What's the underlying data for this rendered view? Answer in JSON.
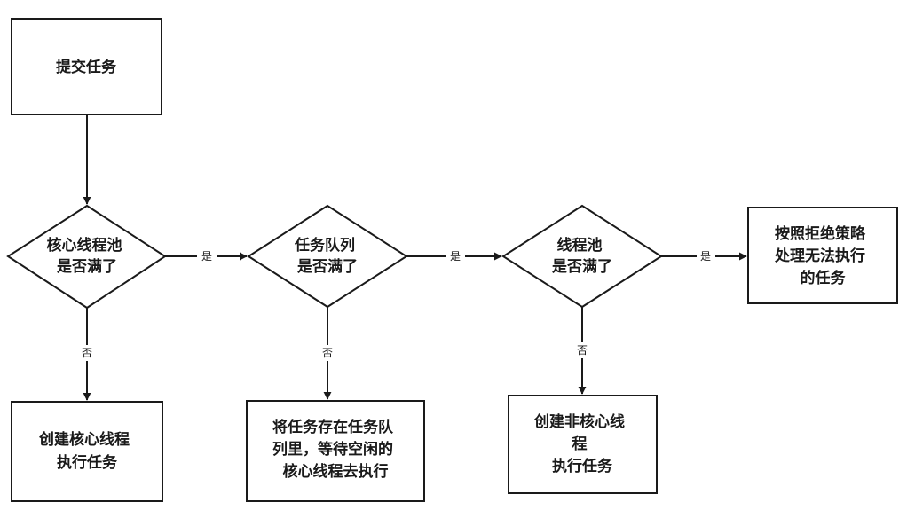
{
  "nodes": {
    "submit": {
      "lines": [
        "提交任务"
      ]
    },
    "core_full": {
      "lines": [
        "核心线程池",
        "是否满了"
      ]
    },
    "queue_full": {
      "lines": [
        "任务队列",
        "是否满了"
      ]
    },
    "pool_full": {
      "lines": [
        "线程池",
        "是否满了"
      ]
    },
    "reject": {
      "lines": [
        "按照拒绝策略",
        "处理无法执行",
        "的任务"
      ]
    },
    "create_core": {
      "lines": [
        "创建核心线程",
        "执行任务"
      ]
    },
    "enqueue": {
      "lines": [
        "将任务存在任务队",
        "列里，等待空闲的",
        "核心线程去执行"
      ]
    },
    "create_noncore": {
      "lines": [
        "创建非核心线",
        "程",
        "执行任务"
      ]
    }
  },
  "edge_labels": {
    "yes": "是",
    "no": "否"
  }
}
